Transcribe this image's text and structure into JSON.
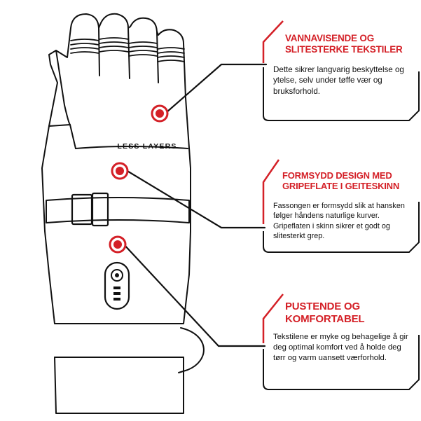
{
  "brand": {
    "logo_text": "LESS LAYERS"
  },
  "colors": {
    "accent": "#d42027",
    "line": "#111111"
  },
  "callouts": [
    {
      "title": "VANNAVISENDE OG SLITESTERKE TEKSTILER",
      "body": "Dette sikrer langvarig beskyttelse og ytelse, selv under tøffe vær og bruksforhold."
    },
    {
      "title": "FORMSYDD DESIGN MED GRIPEFLATE I GEITESKINN",
      "body": "Fassongen er formsydd slik at hansken følger håndens naturlige kurver. Gripeflaten i skinn sikrer et godt og slitesterkt grep."
    },
    {
      "title": "PUSTENDE OG KOMFORTABEL",
      "body": "Tekstilene er myke og behagelige å gir deg optimal komfort ved å holde deg tørr og varm uansett værforhold."
    }
  ]
}
